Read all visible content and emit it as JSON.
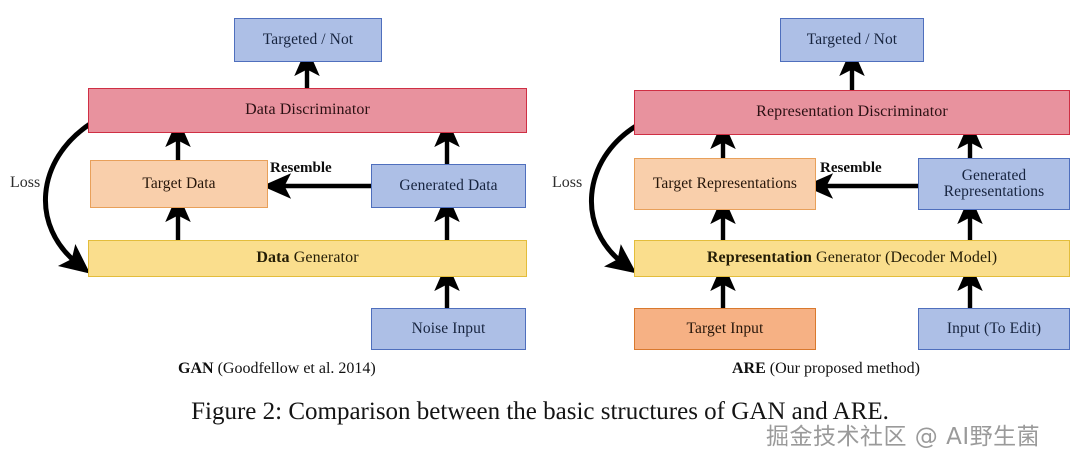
{
  "figure": {
    "caption": "Figure 2: Comparison between the basic structures of GAN and ARE.",
    "watermark": "掘金技术社区 @ AI野生菌"
  },
  "colors": {
    "blue_fill": "#adbfe6",
    "blue_border": "#4f6fbd",
    "red_fill": "#e8929e",
    "red_border": "#cf2f44",
    "orange_light_fill": "#f9cfab",
    "orange_light_border": "#e8a05a",
    "orange_fill": "#f6b184",
    "orange_border": "#d9792e",
    "yellow_fill": "#fade8d",
    "yellow_border": "#e3bd3b",
    "arrow": "#000000"
  },
  "panels": [
    {
      "id": "gan",
      "caption_bold": "GAN",
      "caption_rest": " (Goodfellow et al. 2014)",
      "loss_label": "Loss",
      "resemble_label": "Resemble",
      "nodes": {
        "output": "Targeted / Not",
        "discriminator": "Data Discriminator",
        "target": "Target Data",
        "generated": "Generated Data",
        "generator_bold": "Data",
        "generator_rest": " Generator",
        "input": "Noise Input"
      }
    },
    {
      "id": "are",
      "caption_bold": "ARE",
      "caption_rest": " (Our proposed method)",
      "loss_label": "Loss",
      "resemble_label": "Resemble",
      "nodes": {
        "output": "Targeted / Not",
        "discriminator": "Representation Discriminator",
        "target": "Target Representations",
        "generated": "Generated Representations",
        "generator_bold": "Representation",
        "generator_rest": " Generator (Decoder Model)",
        "input_left": "Target Input",
        "input_right": "Input (To Edit)"
      }
    }
  ]
}
